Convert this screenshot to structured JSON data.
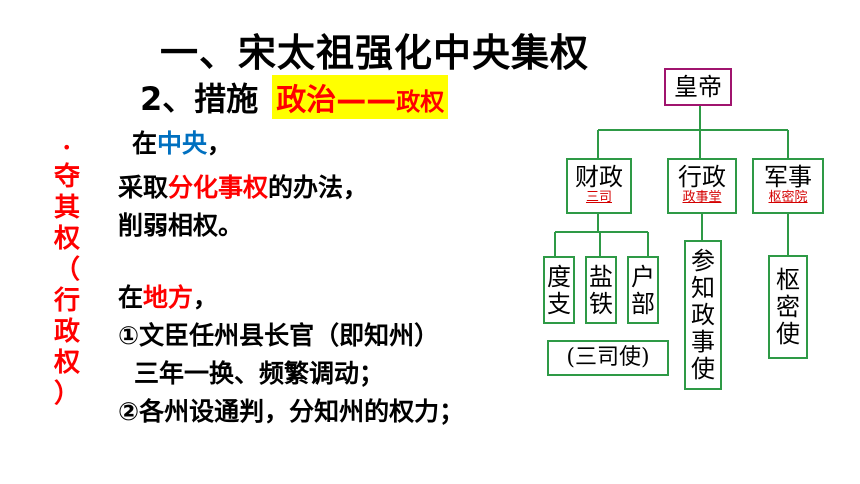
{
  "heading": {
    "title": "一、宋太祖强化中央集权"
  },
  "subheading": {
    "label": "2、措施",
    "tag_main": "政治——",
    "tag_small": "政权"
  },
  "side_label": {
    "bullet": "•",
    "chars": [
      "夺",
      "其",
      "权",
      "（",
      "行",
      "政",
      "权",
      "）"
    ]
  },
  "body": {
    "l1_pre": "在",
    "l1_hl": "中央",
    "l1_post": "，",
    "l2_pre": "采取",
    "l2_hl": "分化事权",
    "l2_post": "的办法，",
    "l3": "削弱相权。",
    "l4_pre": "在",
    "l4_hl": "地方",
    "l4_post": "，",
    "l5": "①文臣任州县长官（即知州）",
    "l6": "三年一换、频繁调动；",
    "l7": "②各州设通判，分知州的权力；"
  },
  "diagram": {
    "emperor": "皇帝",
    "finance": {
      "title": "财政",
      "sub": "三司"
    },
    "admin": {
      "title": "行政",
      "sub": "政事堂"
    },
    "military": {
      "title": "军事",
      "sub": "枢密院"
    },
    "duzhi": [
      "度",
      "支"
    ],
    "yantie": [
      "盐",
      "铁"
    ],
    "hubu": [
      "户",
      "部"
    ],
    "sansishi": "(三司使)",
    "canzhi": [
      "参",
      "知",
      "政",
      "事",
      "使"
    ],
    "shumishi": [
      "枢",
      "密",
      "使"
    ]
  }
}
